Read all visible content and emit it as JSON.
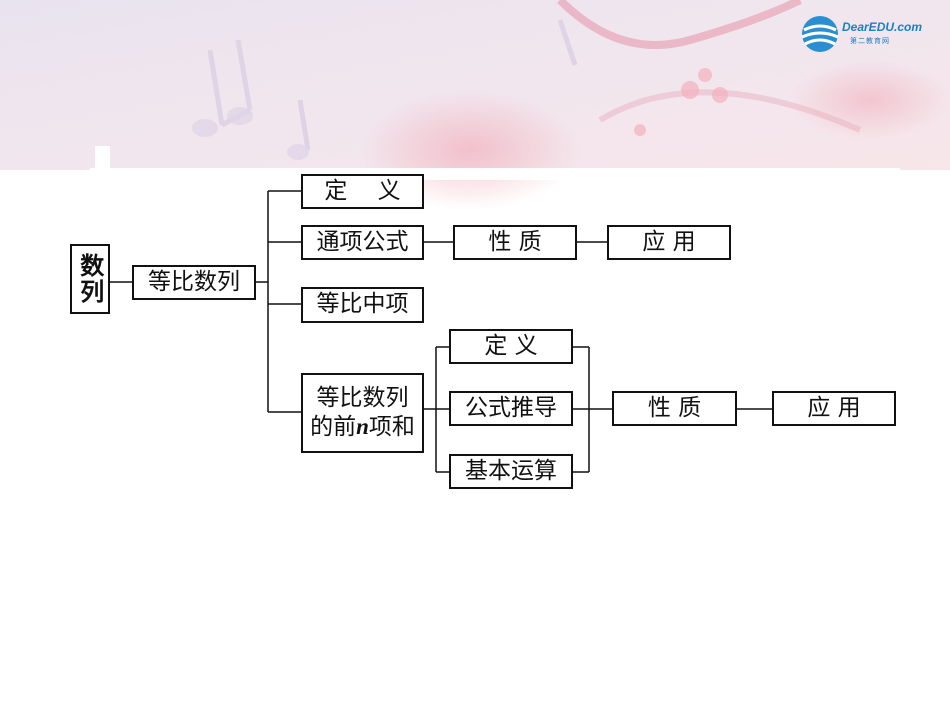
{
  "logo": {
    "name": "DearEDU.com",
    "sub": "第二教育网"
  },
  "diagram": {
    "root": "数列",
    "topic": "等比数列",
    "branches": {
      "definition": "定 义",
      "general_term": "通项公式",
      "general_term_property": "性 质",
      "general_term_application": "应 用",
      "geometric_mean": "等比中项",
      "sum_line1": "等比数列",
      "sum_line2_pre": "的前",
      "sum_line2_var": "n",
      "sum_line2_post": "项和",
      "sum_definition": "定 义",
      "sum_derivation": "公式推导",
      "sum_operations": "基本运算",
      "sum_property": "性 质",
      "sum_application": "应 用"
    }
  }
}
